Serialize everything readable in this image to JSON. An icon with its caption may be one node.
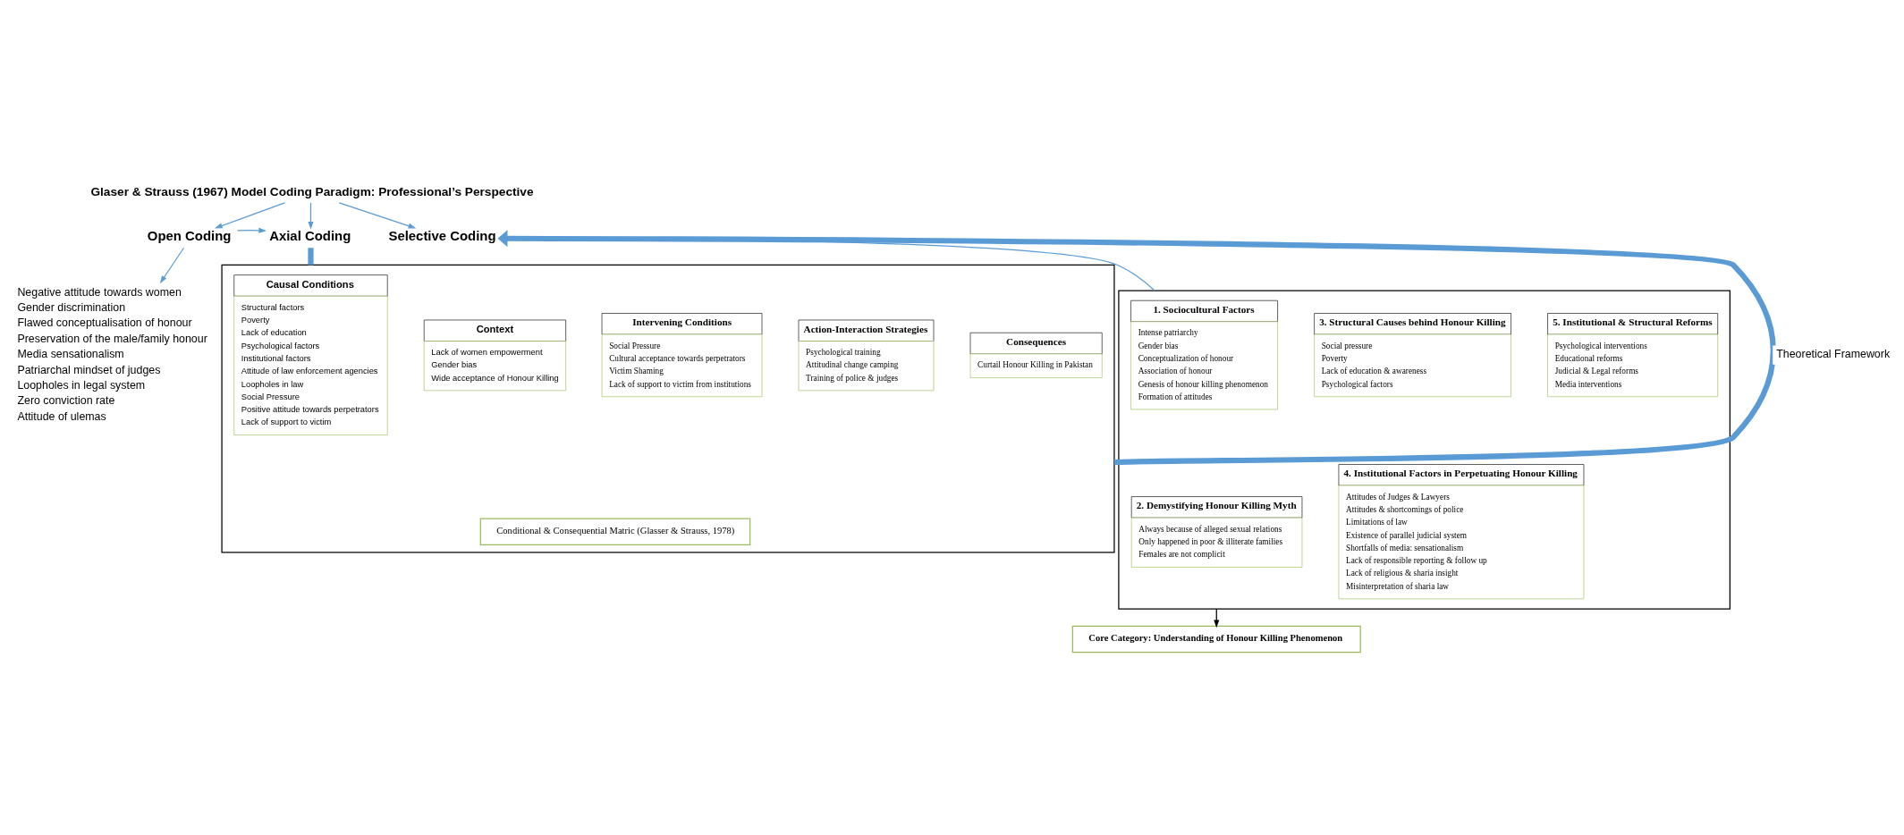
{
  "diagram": {
    "nodes": [
      {
        "text": [
          "Glaser & Strauss (1967) Model Coding Paradigm: Professional’s Perspective"
        ]
      },
      {
        "text": [
          "Open Coding"
        ]
      },
      {
        "text": [
          "Axial Coding"
        ]
      },
      {
        "text": [
          "Selective Coding"
        ]
      },
      {
        "text": [
          "Negative attitude towards women",
          "Gender discrimination",
          "Flawed conceptualisation of honour",
          "Preservation of the male/family honour",
          "Media sensationalism",
          "Patriarchal mindset of judges",
          "Loopholes in legal system",
          "Zero conviction rate",
          "Attitude of ulemas"
        ]
      },
      {
        "text": [],
        "shape": "box"
      },
      {
        "text": [
          "1. Sociocultural Factors",
          "Intense patriarchy",
          "Gender bias",
          "Conceptualization of honour",
          "Association of honour",
          "Genesis of honour killing phenomenon",
          "Formation of attitudes"
        ],
        "in": 5
      },
      {
        "text": [
          "3. Structural Causes behind Honour Killing",
          "Social pressure",
          "Poverty",
          "Lack of education & awareness",
          "Psychological factors"
        ],
        "in": 5
      },
      {
        "text": [
          "5. Institutional & Structural Reforms",
          "Psychological interventions",
          "Educational reforms",
          "Judicial & Legal reforms",
          "Media interventions"
        ],
        "in": 5
      },
      {
        "text": [
          "2. Demystifying Honour Killing Myth",
          "Always because of alleged sexual relations",
          "Only happened in poor & illiterate families",
          "Females are not complicit"
        ],
        "in": 5
      },
      {
        "text": [
          "4. Institutional Factors in Perpetuating Honour Killing",
          "Attitudes of Judges & Lawyers",
          "Attitudes & shortcomings of police",
          "Limitations of law",
          "Existence of parallel judicial system",
          "Shortfalls of media: sensationalism",
          "Lack of responsible reporting & follow up",
          "Lack of religious & sharia insight",
          "Misinterpretation of sharia law"
        ],
        "in": 5
      },
      {
        "text": [],
        "shape": "box"
      },
      {
        "text": [
          "Causal Conditions",
          "Structural factors",
          "Poverty",
          "Lack of education",
          "Psychological factors",
          "Institutional factors",
          "Attitude of law enforcement agencies",
          "Loopholes in law",
          "Social Pressure",
          "Positive attitude towards perpetrators",
          "Lack of support to victim"
        ],
        "in": 11
      },
      {
        "text": [
          "Context",
          "Lack of women empowerment",
          "Gender bias",
          "Wide acceptance of Honour Killing"
        ],
        "in": 11
      },
      {
        "text": [
          "Intervening Conditions",
          "Social Pressure",
          "Cultural acceptance towards perpetrators",
          "Victim Shaming",
          "Lack of support to victim from institutions"
        ],
        "in": 11
      },
      {
        "text": [
          "Action-Interaction Strategies",
          "Psychological training",
          "Attitudinal change camping",
          "Training of police & judges"
        ],
        "in": 11
      },
      {
        "text": [
          "Consequences",
          "Curtail Honour Killing in Pakistan"
        ],
        "in": 11
      },
      {
        "text": [
          "Conditional & Consequential Matric (Glasser & Strauss, 1978)"
        ],
        "in": 11
      },
      {
        "text": [
          "Core Category: Understanding of Honour Killing Phenomenon"
        ]
      }
    ],
    "edges": [
      {
        "from": 0,
        "to": 1,
        "arrow": "to"
      },
      {
        "from": 0,
        "to": 2,
        "arrow": "to"
      },
      {
        "from": 0,
        "to": 3,
        "arrow": "to"
      },
      {
        "from": 1,
        "to": 2,
        "arrow": "to"
      },
      {
        "from": 1,
        "to": 4,
        "arrow": "to"
      },
      {
        "from": 2,
        "to": 11,
        "arrow": "none",
        "style": "thick"
      },
      {
        "from": 3,
        "to": 5,
        "arrow": "none"
      },
      {
        "from": 5,
        "to": 18,
        "arrow": "to",
        "color": "#000000"
      },
      {
        "from": 11,
        "to": 3,
        "arrow": "to",
        "style": "thick",
        "label": "Theoretical Framework"
      }
    ]
  }
}
